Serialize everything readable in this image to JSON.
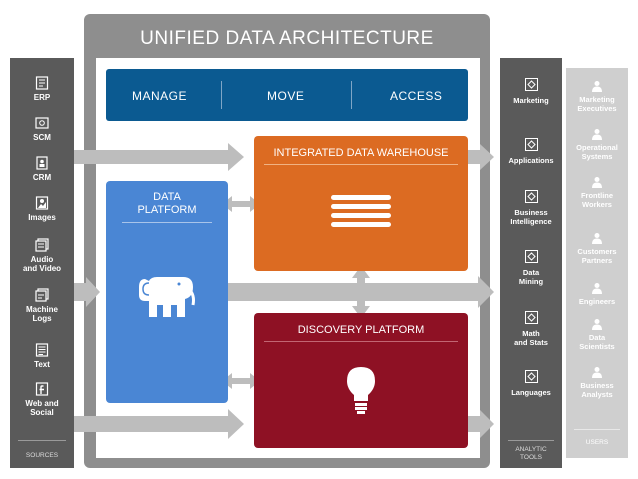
{
  "title": "UNIFIED DATA ARCHITECTURE",
  "top_bar": {
    "manage": "MANAGE",
    "move": "MOVE",
    "access": "ACCESS"
  },
  "data_platform": {
    "title_line1": "DATA",
    "title_line2": "PLATFORM"
  },
  "warehouse": {
    "title": "INTEGRATED DATA WAREHOUSE"
  },
  "discovery": {
    "title": "DISCOVERY PLATFORM"
  },
  "sources": {
    "items": [
      {
        "label": "ERP"
      },
      {
        "label": "SCM"
      },
      {
        "label": "CRM"
      },
      {
        "label": "Images"
      },
      {
        "label_line1": "Audio",
        "label_line2": "and Video"
      },
      {
        "label_line1": "Machine",
        "label_line2": "Logs"
      },
      {
        "label": "Text"
      },
      {
        "label_line1": "Web and",
        "label_line2": "Social"
      }
    ],
    "footer": "SOURCES"
  },
  "tools": {
    "items": [
      {
        "label": "Marketing"
      },
      {
        "label": "Applications"
      },
      {
        "label_line1": "Business",
        "label_line2": "Intelligence"
      },
      {
        "label_line1": "Data",
        "label_line2": "Mining"
      },
      {
        "label_line1": "Math",
        "label_line2": "and Stats"
      },
      {
        "label": "Languages"
      }
    ],
    "footer_line1": "ANALYTIC",
    "footer_line2": "TOOLS"
  },
  "users": {
    "items": [
      {
        "label_line1": "Marketing",
        "label_line2": "Executives"
      },
      {
        "label_line1": "Operational",
        "label_line2": "Systems"
      },
      {
        "label_line1": "Frontline",
        "label_line2": "Workers"
      },
      {
        "label_line1": "Customers",
        "label_line2": "Partners"
      },
      {
        "label": "Engineers"
      },
      {
        "label_line1": "Data",
        "label_line2": "Scientists"
      },
      {
        "label_line1": "Business",
        "label_line2": "Analysts"
      }
    ],
    "footer": "USERS"
  },
  "colors": {
    "frame": "#8e8e8e",
    "dark_column": "#5a5a5a",
    "light_column": "#cfcfcf",
    "top_bar": "#0b5a91",
    "data_platform": "#4a86d4",
    "warehouse": "#dc6b22",
    "discovery": "#8e1124",
    "arrow": "#bdbdbd"
  },
  "icons": {
    "sources": [
      "erp-icon",
      "scm-icon",
      "crm-icon",
      "images-icon",
      "audio-video-icon",
      "machine-logs-icon",
      "text-icon",
      "web-social-icon"
    ],
    "data_platform": "elephant-icon",
    "warehouse": "database-stack-icon",
    "discovery": "lightbulb-icon",
    "tools": "tool-diamond-icon",
    "users": "person-icon"
  }
}
